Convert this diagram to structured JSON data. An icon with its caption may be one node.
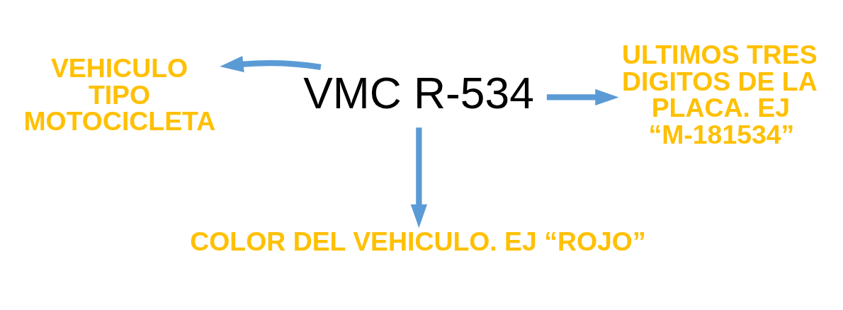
{
  "diagram": {
    "nodes": [
      {
        "text": [
          "VMC R-534"
        ]
      },
      {
        "text": [
          "VEHICULO TIPO MOTOCICLETA"
        ]
      },
      {
        "text": [
          "ULTIMOS TRES DIGITOS DE LA PLACA. EJ “M-181534”"
        ]
      },
      {
        "text": [
          "COLOR DEL VEHICULO. EJ “ROJO”"
        ]
      }
    ],
    "edges": [
      {
        "from": 0,
        "to": 1,
        "arrow": "to"
      },
      {
        "from": 0,
        "to": 2,
        "arrow": "to"
      },
      {
        "from": 0,
        "to": 3,
        "arrow": "to"
      }
    ]
  }
}
